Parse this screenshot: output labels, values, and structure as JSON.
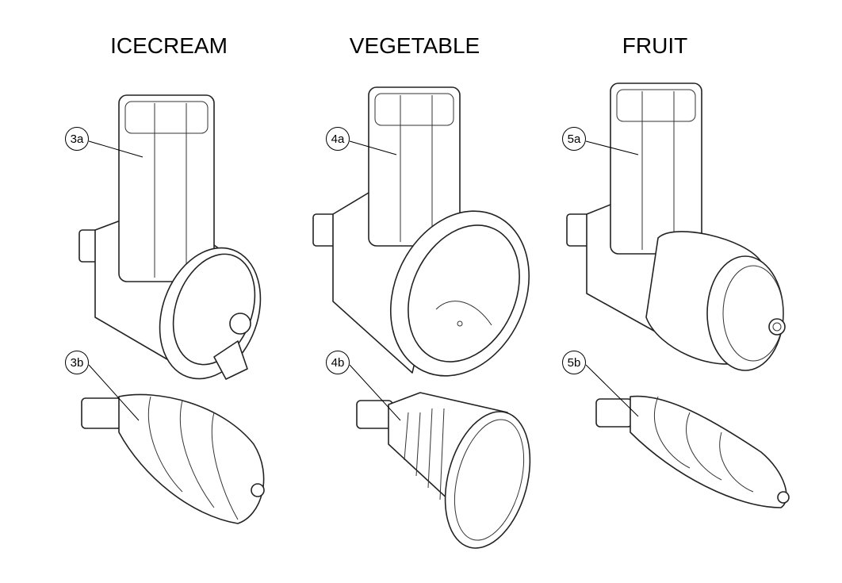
{
  "columns": [
    {
      "title": "ICECREAM",
      "top_label": "3a",
      "bottom_label": "3b"
    },
    {
      "title": "VEGETABLE",
      "top_label": "4a",
      "bottom_label": "4b"
    },
    {
      "title": "FRUIT",
      "top_label": "5a",
      "bottom_label": "5b"
    }
  ]
}
